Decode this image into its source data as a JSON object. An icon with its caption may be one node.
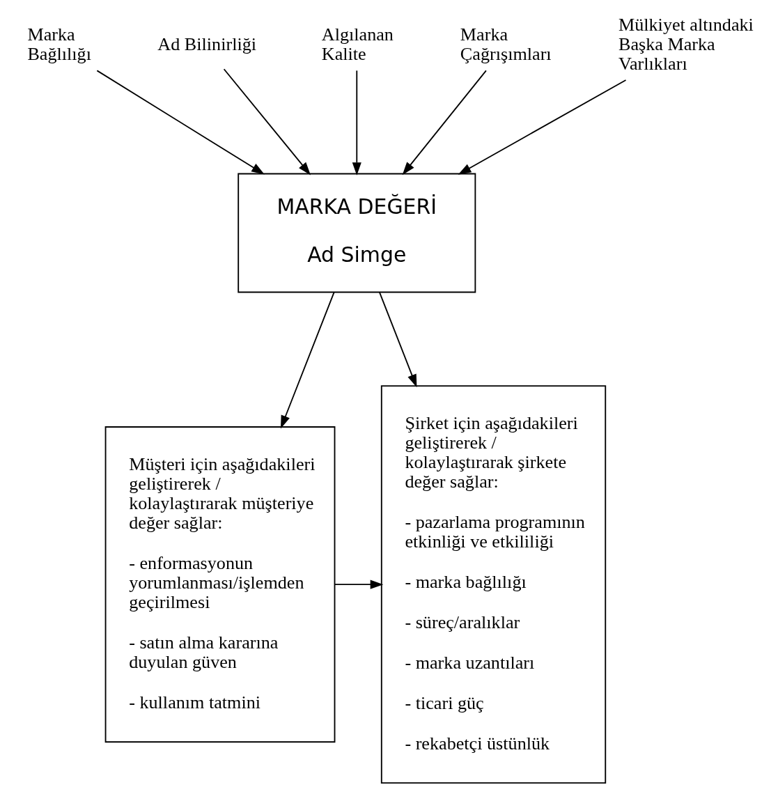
{
  "diagram": {
    "nodes": [
      {
        "text": [
          "Marka Bağlılığı"
        ]
      },
      {
        "text": [
          "Ad Bilinirliği"
        ]
      },
      {
        "text": [
          "Algılanan Kalite"
        ]
      },
      {
        "text": [
          "Marka Çağrışımları"
        ]
      },
      {
        "text": [
          "Mülkiyet altındaki Başka Marka Varlıkları"
        ]
      },
      {
        "text": [
          "MARKA DEĞERİ",
          "Ad Simge"
        ]
      },
      {
        "text": [
          "Müşteri için aşağıdakileri geliştirerek / kolaylaştırarak müşteriye değer sağlar:",
          "- enformasyonun yorumlanması/işlemden geçirilmesi",
          "- satın alma kararına duyulan güven",
          "- kullanım tatmini"
        ]
      },
      {
        "text": [
          "Şirket için aşağıdakileri geliştirerek / kolaylaştırarak şirkete değer sağlar:",
          "- pazarlama programının etkinliği ve etkililiği",
          "- marka bağlılığı",
          "- süreç/aralıklar",
          "- marka uzantıları",
          "- ticari güç",
          "- rekabetçi üstünlük"
        ]
      }
    ],
    "edges": [
      {
        "from": 0,
        "to": 5,
        "arrow": "to"
      },
      {
        "from": 1,
        "to": 5,
        "arrow": "to"
      },
      {
        "from": 2,
        "to": 5,
        "arrow": "to"
      },
      {
        "from": 3,
        "to": 5,
        "arrow": "to"
      },
      {
        "from": 4,
        "to": 5,
        "arrow": "to"
      },
      {
        "from": 5,
        "to": 6,
        "arrow": "to"
      },
      {
        "from": 5,
        "to": 7,
        "arrow": "to"
      },
      {
        "from": 6,
        "to": 7,
        "arrow": "to"
      }
    ]
  }
}
